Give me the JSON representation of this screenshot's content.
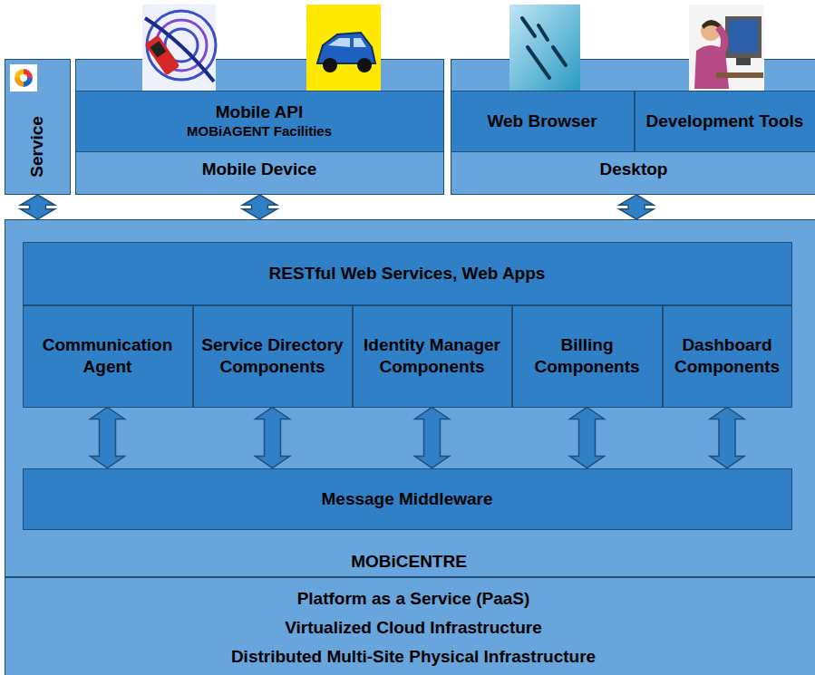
{
  "diagram": {
    "nodes": [
      {
        "text": [
          "Service"
        ]
      },
      {
        "text": [
          "Mobile Device"
        ]
      },
      {
        "text": [
          "Mobile API",
          "MOBiAGENT Facilities"
        ],
        "in": 1
      },
      {
        "text": [
          "Desktop"
        ]
      },
      {
        "text": [
          "Web Browser"
        ],
        "in": 3
      },
      {
        "text": [
          "Development Tools"
        ],
        "in": 3
      },
      {
        "text": [
          "MOBiCENTRE"
        ]
      },
      {
        "text": [
          "RESTful Web Services, Web Apps"
        ],
        "in": 6
      },
      {
        "text": [
          "Communication Agent"
        ],
        "in": 6
      },
      {
        "text": [
          "Service Directory Components"
        ],
        "in": 6
      },
      {
        "text": [
          "Identity Manager Components"
        ],
        "in": 6
      },
      {
        "text": [
          "Billing Components"
        ],
        "in": 6
      },
      {
        "text": [
          "Dashboard Components"
        ],
        "in": 6
      },
      {
        "text": [
          "Message Middleware"
        ],
        "in": 6
      },
      {
        "text": [
          "Platform as a Service (PaaS)",
          "Virtualized Cloud Infrastructure",
          "Distributed Multi-Site Physical Infrastructure"
        ]
      }
    ],
    "edges": [
      {
        "from": 0,
        "to": 6,
        "arrow": "both"
      },
      {
        "from": 1,
        "to": 6,
        "arrow": "both"
      },
      {
        "from": 3,
        "to": 6,
        "arrow": "both"
      },
      {
        "from": 8,
        "to": 13,
        "arrow": "both"
      },
      {
        "from": 9,
        "to": 13,
        "arrow": "both"
      },
      {
        "from": 10,
        "to": 13,
        "arrow": "both"
      },
      {
        "from": 11,
        "to": 13,
        "arrow": "both"
      },
      {
        "from": 12,
        "to": 13,
        "arrow": "both"
      }
    ]
  }
}
